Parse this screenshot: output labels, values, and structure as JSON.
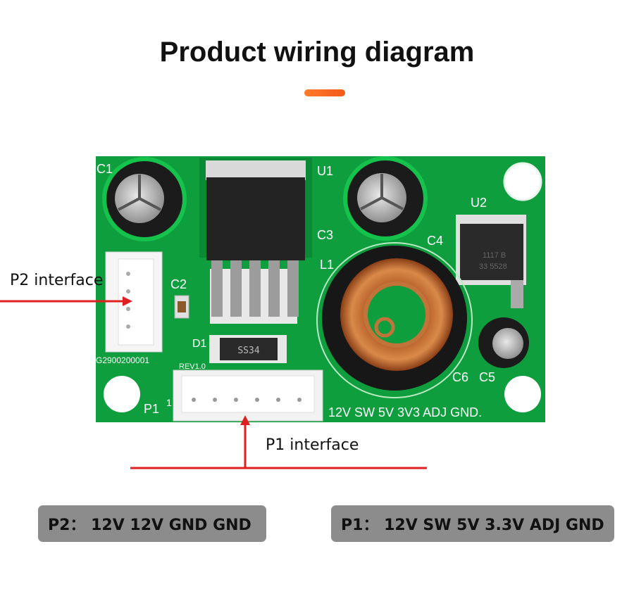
{
  "title": "Product wiring diagram",
  "colors": {
    "accent": "#f26a22",
    "pcb": "#0f9e3e",
    "arrow": "#e02020",
    "pill": "#8c8c8c"
  },
  "board": {
    "caps": [
      "C1",
      "C3",
      "C4",
      "C2",
      "C6",
      "C5"
    ],
    "chips": [
      "U1",
      "U2"
    ],
    "inductor": "L1",
    "diode": "D1",
    "diode_marking": "SS34",
    "part_number": "G2900200001",
    "rev": "REV1.0",
    "p1_silk": "P1",
    "pin1_mark": "1",
    "pin_labels": "12V SW 5V 3V3 ADJ GND."
  },
  "callouts": {
    "p2": "P2 interface",
    "p1": "P1 interface"
  },
  "pins": {
    "p2": "P2： 12V 12V GND GND",
    "p1": "P1： 12V SW 5V 3.3V ADJ GND"
  }
}
